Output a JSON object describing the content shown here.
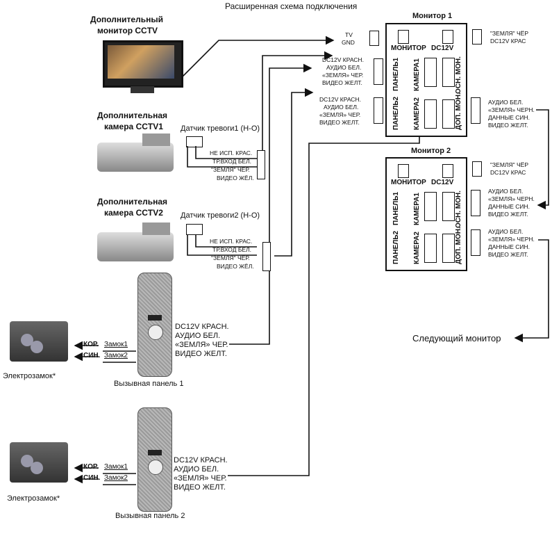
{
  "title": "Расширенная схема подключения",
  "extra_monitor": {
    "label_line1": "Дополнительный",
    "label_line2": "монитор CCTV"
  },
  "camera1": {
    "label_line1": "Дополнительная",
    "label_line2": "камера CCTV1",
    "sensor": "Датчик тревоги1 (Н-О)",
    "wires": [
      "НЕ ИСП. КРАС.",
      "ТР.ВХОД БЕЛ.",
      "\"ЗЕМЛЯ\" ЧЁР.",
      "ВИДЕО ЖЁЛ."
    ]
  },
  "camera2": {
    "label_line1": "Дополнительная",
    "label_line2": "камера CCTV2",
    "sensor": "Датчик тревоги2 (Н-О)",
    "wires": [
      "НЕ ИСП. КРАС.",
      "ТР.ВХОД БЕЛ.",
      "\"ЗЕМЛЯ\" ЧЁР.",
      "ВИДЕО ЖЁЛ."
    ]
  },
  "monitor1": {
    "title": "Монитор 1",
    "monitor_label": "МОНИТОР",
    "dc_label": "DC12V",
    "panel1": "ПАНЕЛЬ1",
    "camera1": "КАМЕРА1",
    "osn_mon": "ОСН. МОН.",
    "panel2": "ПАНЕЛЬ2",
    "camera2": "КАМЕРА2",
    "dop_mon": "ДОП. МОН.",
    "tv_wires": [
      "TV",
      "GND"
    ],
    "dc_wires": [
      "\"ЗЕМЛЯ\" ЧЁР",
      "DC12V КРАС"
    ],
    "panel1_wires": [
      "DC12V КРАСН.",
      "АУДИО БЕЛ.",
      "«ЗЕМЛЯ» ЧЕР.",
      "ВИДЕО ЖЕЛТ."
    ],
    "panel2_wires": [
      "DC12V КРАСН.",
      "АУДИО БЕЛ.",
      "«ЗЕМЛЯ» ЧЕР.",
      "ВИДЕО ЖЕЛТ."
    ],
    "dop_wires": [
      "АУДИО БЕЛ.",
      "«ЗЕМЛЯ» ЧЕРН.",
      "ДАННЫЕ СИН.",
      "ВИДЕО ЖЕЛТ."
    ]
  },
  "monitor2": {
    "title": "Монитор 2",
    "monitor_label": "МОНИТОР",
    "dc_label": "DC12V",
    "panel1": "ПАНЕЛЬ1",
    "camera1": "КАМЕРА1",
    "osn_mon": "ОСН. МОН.",
    "panel2": "ПАНЕЛЬ2",
    "camera2": "КАМЕРА2",
    "dop_mon": "ДОП. МОН.",
    "dc_wires": [
      "\"ЗЕМЛЯ\" ЧЁР",
      "DC12V КРАС"
    ],
    "osn_wires": [
      "АУДИО БЕЛ.",
      "«ЗЕМЛЯ» ЧЕРН.",
      "ДАННЫЕ СИН.",
      "ВИДЕО ЖЕЛТ."
    ],
    "dop_wires": [
      "АУДИО БЕЛ.",
      "«ЗЕМЛЯ» ЧЕРН.",
      "ДАННЫЕ СИН.",
      "ВИДЕО ЖЕЛТ."
    ]
  },
  "next_monitor": "Следующий монитор",
  "panel1": {
    "label": "Вызывная панель 1",
    "wires": [
      "DC12V КРАСН.",
      "АУДИО БЕЛ.",
      "«ЗЕМЛЯ» ЧЕР.",
      "ВИДЕО ЖЕЛТ."
    ],
    "lock": {
      "kor": "КОР.",
      "sin": "СИН.",
      "z1": "Замок1",
      "z2": "Замок2"
    }
  },
  "panel2": {
    "label": "Вызывная панель 2",
    "wires": [
      "DC12V КРАСН.",
      "АУДИО БЕЛ.",
      "«ЗЕМЛЯ» ЧЕР.",
      "ВИДЕО ЖЕЛТ."
    ],
    "lock": {
      "kor": "КОР.",
      "sin": "СИН.",
      "z1": "Замок1",
      "z2": "Замок2"
    }
  },
  "lock_label": "Электрозамок*"
}
